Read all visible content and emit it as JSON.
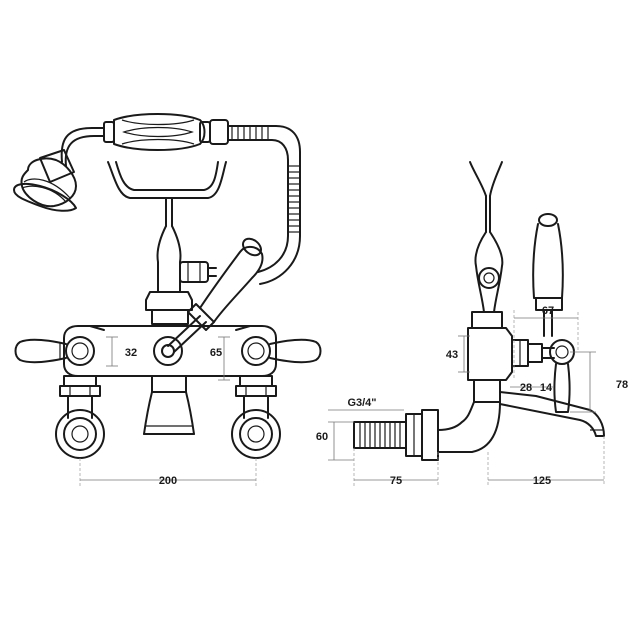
{
  "diagram": {
    "front_view": {
      "dim_width": "200",
      "dim_inner": "32",
      "dim_outer": "65"
    },
    "side_view": {
      "dim_top": "67",
      "dim_height": "43",
      "dim_offset_a": "28",
      "dim_offset_b": "14",
      "dim_total_height": "78",
      "thread_label": "G3/4\"",
      "dim_thread_height": "60",
      "dim_inlet_length": "75",
      "dim_spout_length": "125"
    }
  }
}
